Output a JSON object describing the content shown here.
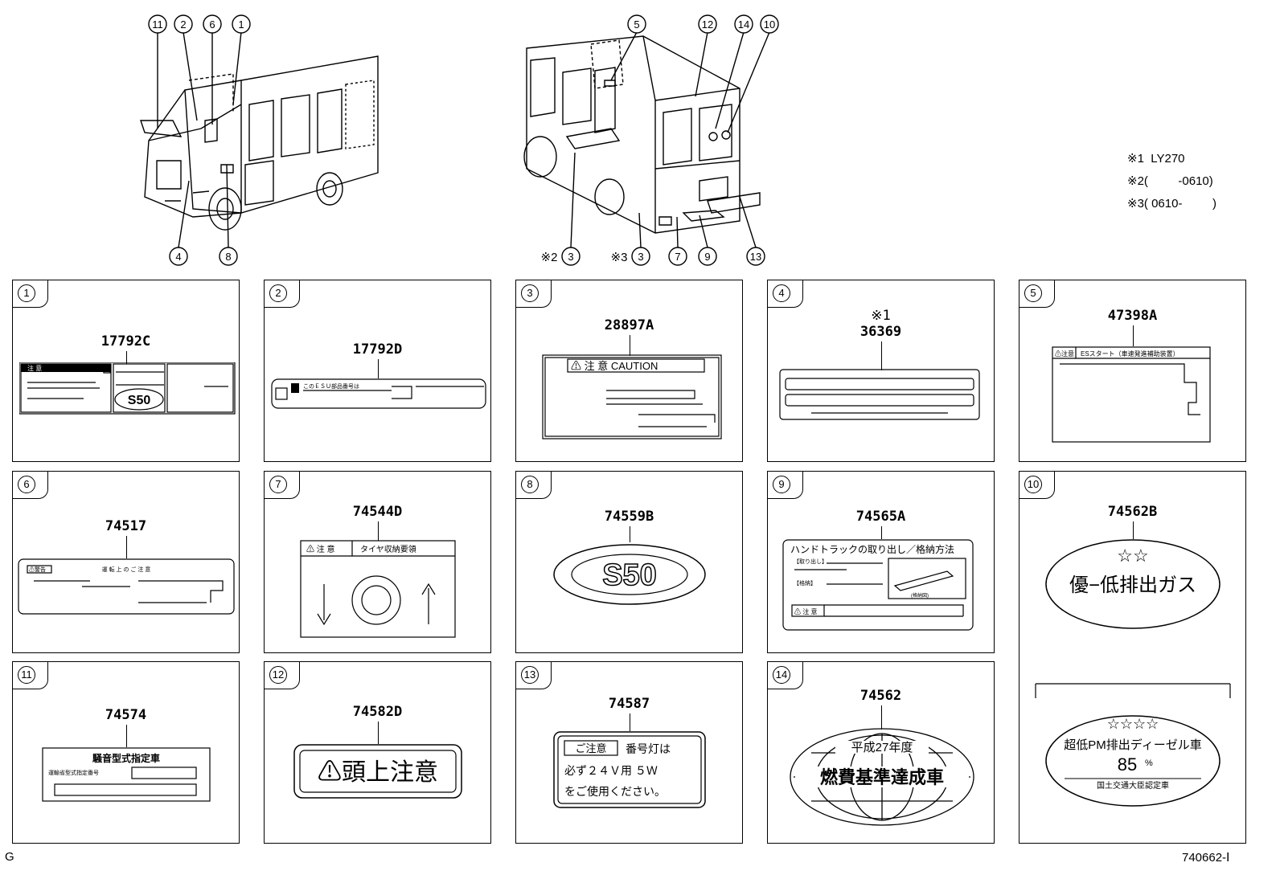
{
  "notes": [
    "※1  LY270",
    "※2(         -0610)",
    "※3( 0610-         )"
  ],
  "callouts_left": [
    "11",
    "2",
    "6",
    "1",
    "4",
    "8"
  ],
  "callouts_right_top": [
    "5",
    "12",
    "14",
    "10"
  ],
  "callouts_right_bottom": [
    "※2",
    "3",
    "※3",
    "3",
    "7",
    "9",
    "13"
  ],
  "panels": [
    {
      "num": "1",
      "part": "17792C"
    },
    {
      "num": "2",
      "part": "17792D"
    },
    {
      "num": "3",
      "part": "28897A"
    },
    {
      "num": "4",
      "part": "36369",
      "note": "※1"
    },
    {
      "num": "5",
      "part": "47398A"
    },
    {
      "num": "6",
      "part": "74517"
    },
    {
      "num": "7",
      "part": "74544D"
    },
    {
      "num": "8",
      "part": "74559B"
    },
    {
      "num": "9",
      "part": "74565A"
    },
    {
      "num": "10",
      "part": "74562B"
    },
    {
      "num": "11",
      "part": "74574"
    },
    {
      "num": "12",
      "part": "74582D"
    },
    {
      "num": "13",
      "part": "74587"
    },
    {
      "num": "14",
      "part": "74562"
    }
  ],
  "labels": {
    "p1_warn": "注 意",
    "p1_s50": "S50",
    "p2_text": "このＥＳＵ部品番号は",
    "p3_header": "⚠ 注 意  CAUTION",
    "p5_warn": "⚠注意",
    "p5_title": "ESスタート（車速発進補助装置）",
    "p6_header": "運 転 上 の ご 注 意",
    "p6_warn": "⚠警告",
    "p7_warn": "⚠ 注 意",
    "p7_title": "タイヤ収納要領",
    "p8_s50": "S50",
    "p9_title": "ハンドトラックの取り出し／格納方法",
    "p9_take": "【取り出し】",
    "p9_store": "【格納】",
    "p9_warn": "⚠ 注 意",
    "p9_fig": "(格納図)",
    "p10_stars": "☆☆",
    "p10_text": "優−低排出ガス",
    "p10_stars2": "☆☆☆☆",
    "p10_text2": "超低PM排出ディーゼル車",
    "p10_pct": "85",
    "p10_pct_sign": "%",
    "p10_footer": "国土交通大臣認定車",
    "p11_title": "騒音型式指定車",
    "p11_sub": "運輸省型式指定番号",
    "p12_text": "⚠頭上注意",
    "p13_box": "ご注意",
    "p13_line1": "番号灯は",
    "p13_line2": "必ず２４Ｖ用 ５Ｗ",
    "p13_line3": "をご使用ください。",
    "p14_top": "平成27年度",
    "p14_main": "燃費基準達成車"
  },
  "footer": {
    "left": "G",
    "right": "740662-Ⅰ"
  }
}
